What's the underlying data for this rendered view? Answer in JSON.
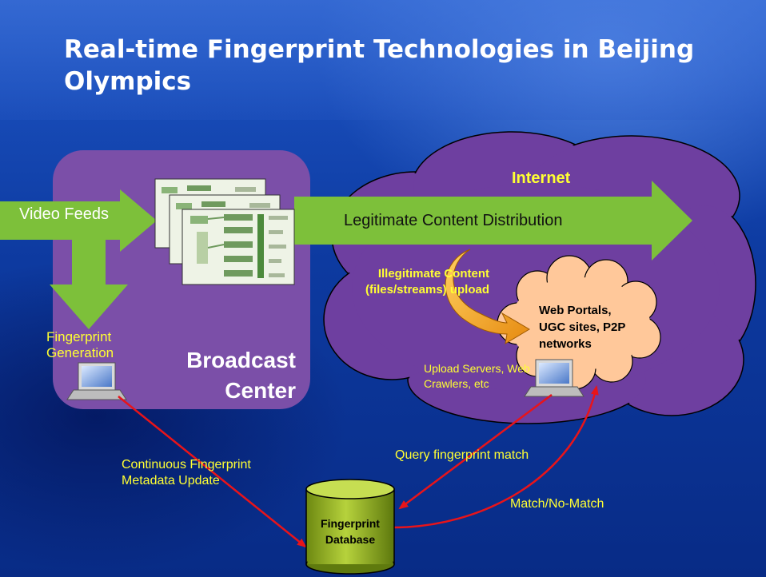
{
  "slide": {
    "title": "Real-time Fingerprint Technologies in Beijing Olympics"
  },
  "diagram": {
    "video_feeds": "Video Feeds",
    "fingerprint_generation": "Fingerprint Generation",
    "broadcast_center": "Broadcast Center",
    "internet": "Internet",
    "legitimate_distribution": "Legitimate Content Distribution",
    "illegitimate_upload": "Illegitimate Content (files/streams) upload",
    "web_portals": "Web Portals, UGC sites, P2P networks",
    "upload_servers": "Upload Servers, Web Crawlers, etc",
    "continuous_update": "Continuous Fingerprint Metadata Update",
    "query_match": "Query fingerprint match",
    "match_result": "Match/No-Match",
    "database": "Fingerprint Database"
  },
  "colors": {
    "background": "#0d3aa0",
    "broadcast_box": "#7b4fa8",
    "internet_cloud": "#6e3fa0",
    "arrow_green": "#7dc03a",
    "portal_cloud": "#ffc89a",
    "database": "#9ab82c",
    "link_red": "#e8141a",
    "label_yellow": "#ffff33",
    "upload_arrow": "#f0a020"
  }
}
